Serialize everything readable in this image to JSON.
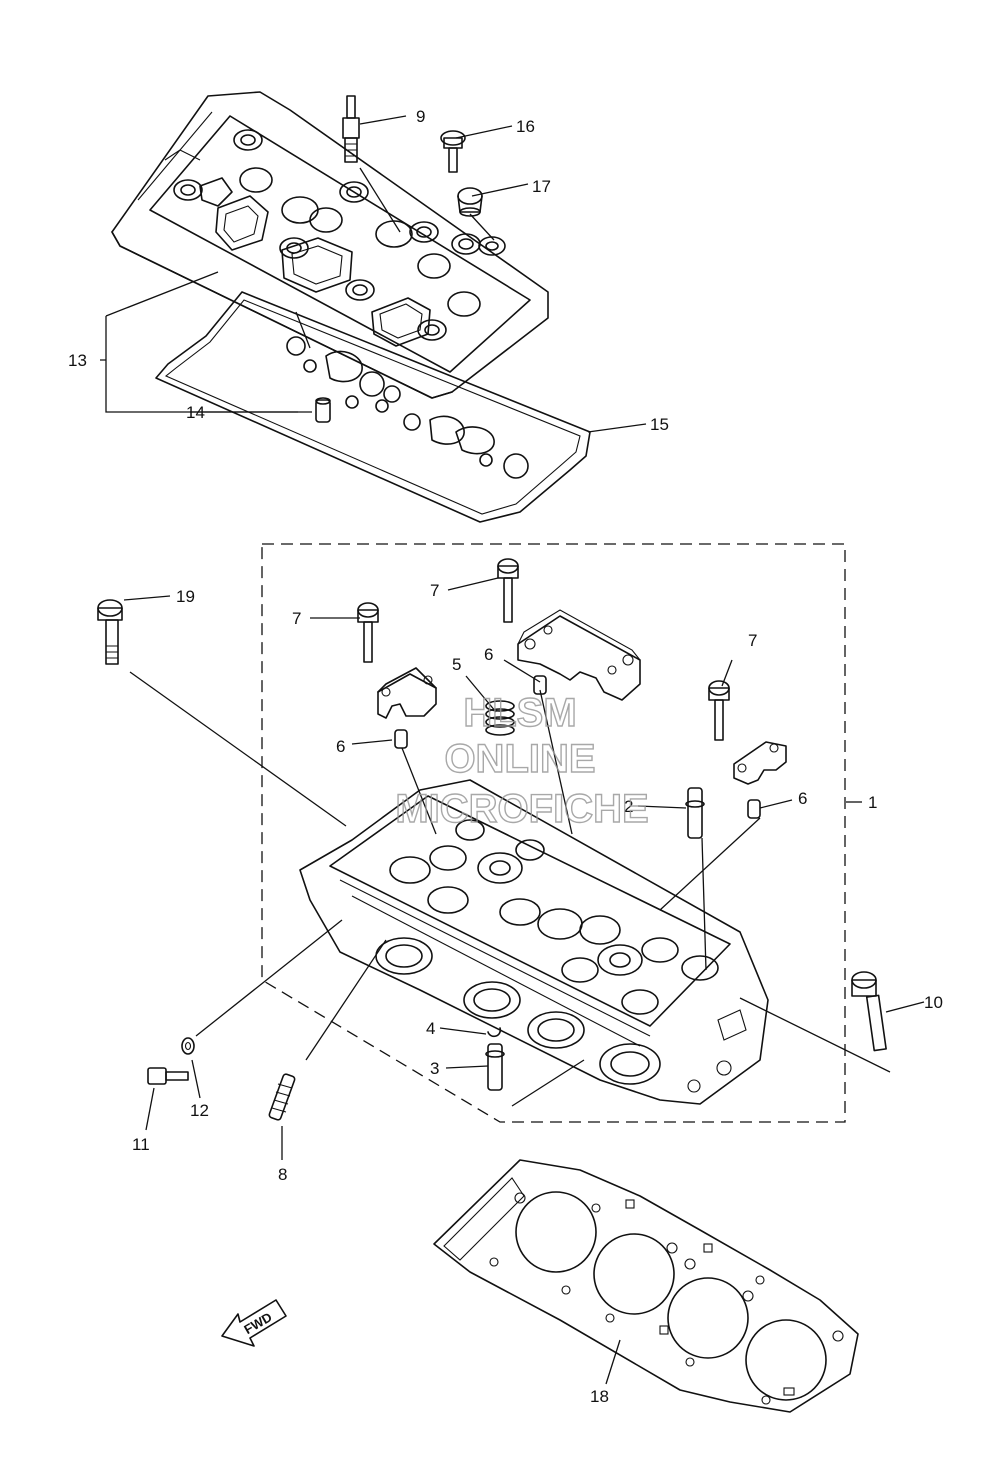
{
  "watermark": {
    "line1": "HLSM",
    "line2": "ONLINE",
    "line3": "MICROFICHE"
  },
  "fwd_label": "FWD",
  "callouts": {
    "c1": "1",
    "c2": "2",
    "c3": "3",
    "c4": "4",
    "c5": "5",
    "c6a": "6",
    "c6b": "6",
    "c6c": "6",
    "c7a": "7",
    "c7b": "7",
    "c7c": "7",
    "c8": "8",
    "c9": "9",
    "c10": "10",
    "c11": "11",
    "c12": "12",
    "c13": "13",
    "c14": "14",
    "c15": "15",
    "c16": "16",
    "c17": "17",
    "c18": "18",
    "c19": "19"
  }
}
